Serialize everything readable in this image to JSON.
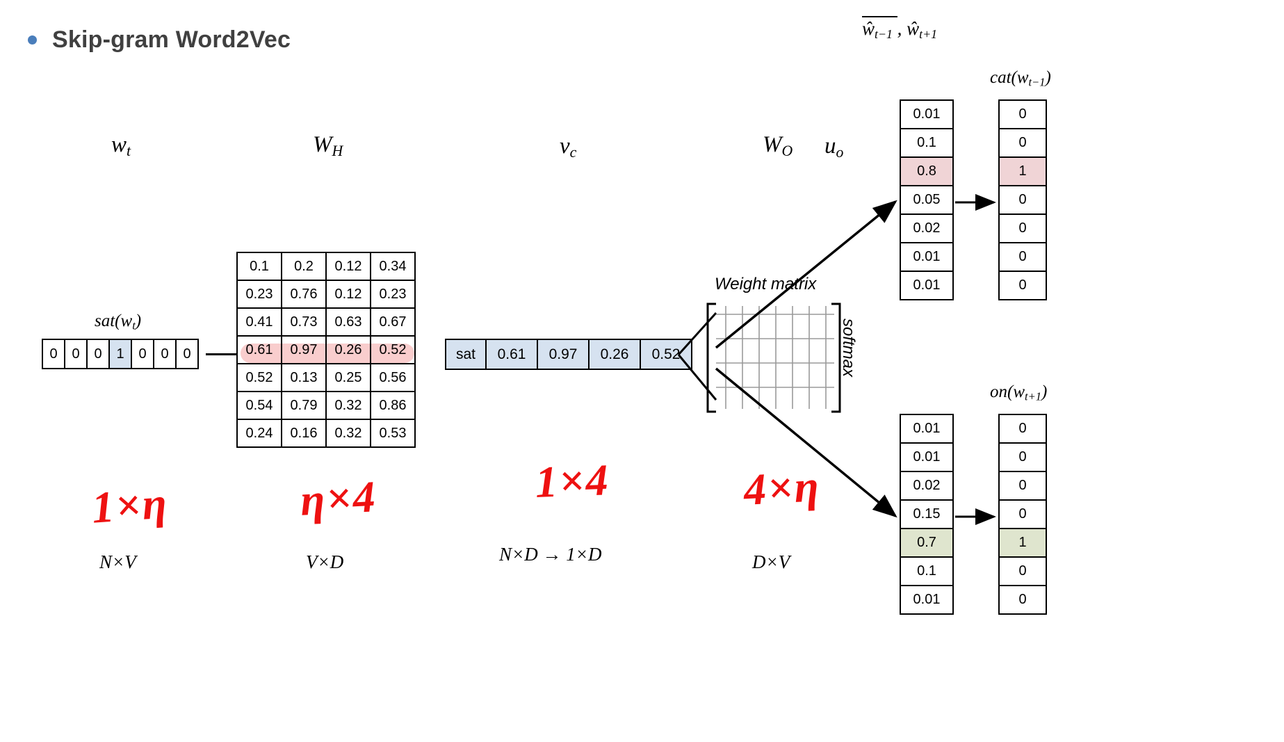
{
  "title": {
    "text": "Skip-gram Word2Vec",
    "bullet_color": "#4a7ebb"
  },
  "labels": {
    "w_t": "w",
    "w_t_sub": "t",
    "W_H": "W",
    "W_H_sub": "H",
    "v_c": "v",
    "v_c_sub": "c",
    "W_O": "W",
    "W_O_sub": "O",
    "u_o": "u",
    "u_o_sub": "o",
    "sat_label": "sat(w",
    "sat_label_sub": "t",
    "sat_label_end": ")",
    "cat_label": "cat(w",
    "cat_label_sub": "t−1",
    "cat_label_end": ")",
    "on_label": "on(w",
    "on_label_sub": "t+1",
    "on_label_end": ")",
    "hat_targets": "ŵ",
    "hat_sub_1": "t−1",
    "hat_mid": ", ŵ",
    "hat_sub_2": "t+1",
    "weight_matrix": "Weight matrix",
    "softmax": "softmax"
  },
  "input_onehot": {
    "values": [
      "0",
      "0",
      "0",
      "1",
      "0",
      "0",
      "0"
    ],
    "highlight_index": 3,
    "highlight_color": "#d6e2f0"
  },
  "hidden_matrix": {
    "rows": [
      [
        "0.1",
        "0.2",
        "0.12",
        "0.34"
      ],
      [
        "0.23",
        "0.76",
        "0.12",
        "0.23"
      ],
      [
        "0.41",
        "0.73",
        "0.63",
        "0.67"
      ],
      [
        "0.61",
        "0.97",
        "0.26",
        "0.52"
      ],
      [
        "0.52",
        "0.13",
        "0.25",
        "0.56"
      ],
      [
        "0.54",
        "0.79",
        "0.32",
        "0.86"
      ],
      [
        "0.24",
        "0.16",
        "0.32",
        "0.53"
      ]
    ],
    "highlight_row": 3,
    "highlight_color": "#f9cdcd"
  },
  "embedding_vector": {
    "word": "sat",
    "values": [
      "0.61",
      "0.97",
      "0.26",
      "0.52"
    ],
    "fill_color": "#d6e2f0"
  },
  "output_top": {
    "probabilities": [
      "0.01",
      "0.1",
      "0.8",
      "0.05",
      "0.02",
      "0.01",
      "0.01"
    ],
    "onehot": [
      "0",
      "0",
      "1",
      "0",
      "0",
      "0",
      "0"
    ],
    "highlight_index": 2,
    "highlight_color": "#f0d4d6"
  },
  "output_bottom": {
    "probabilities": [
      "0.01",
      "0.01",
      "0.02",
      "0.15",
      "0.7",
      "0.1",
      "0.01"
    ],
    "onehot": [
      "0",
      "0",
      "0",
      "0",
      "1",
      "0",
      "0"
    ],
    "highlight_index": 4,
    "highlight_color": "#dfe5ce"
  },
  "dimensions": {
    "input": "N×V",
    "hidden": "V×D",
    "embedding": "N×D → 1×D",
    "output": "D×V"
  },
  "handwriting": {
    "color": "#ee1111",
    "input": "1×η",
    "hidden": "η×4",
    "embedding": "1×4",
    "output": "4×η"
  }
}
